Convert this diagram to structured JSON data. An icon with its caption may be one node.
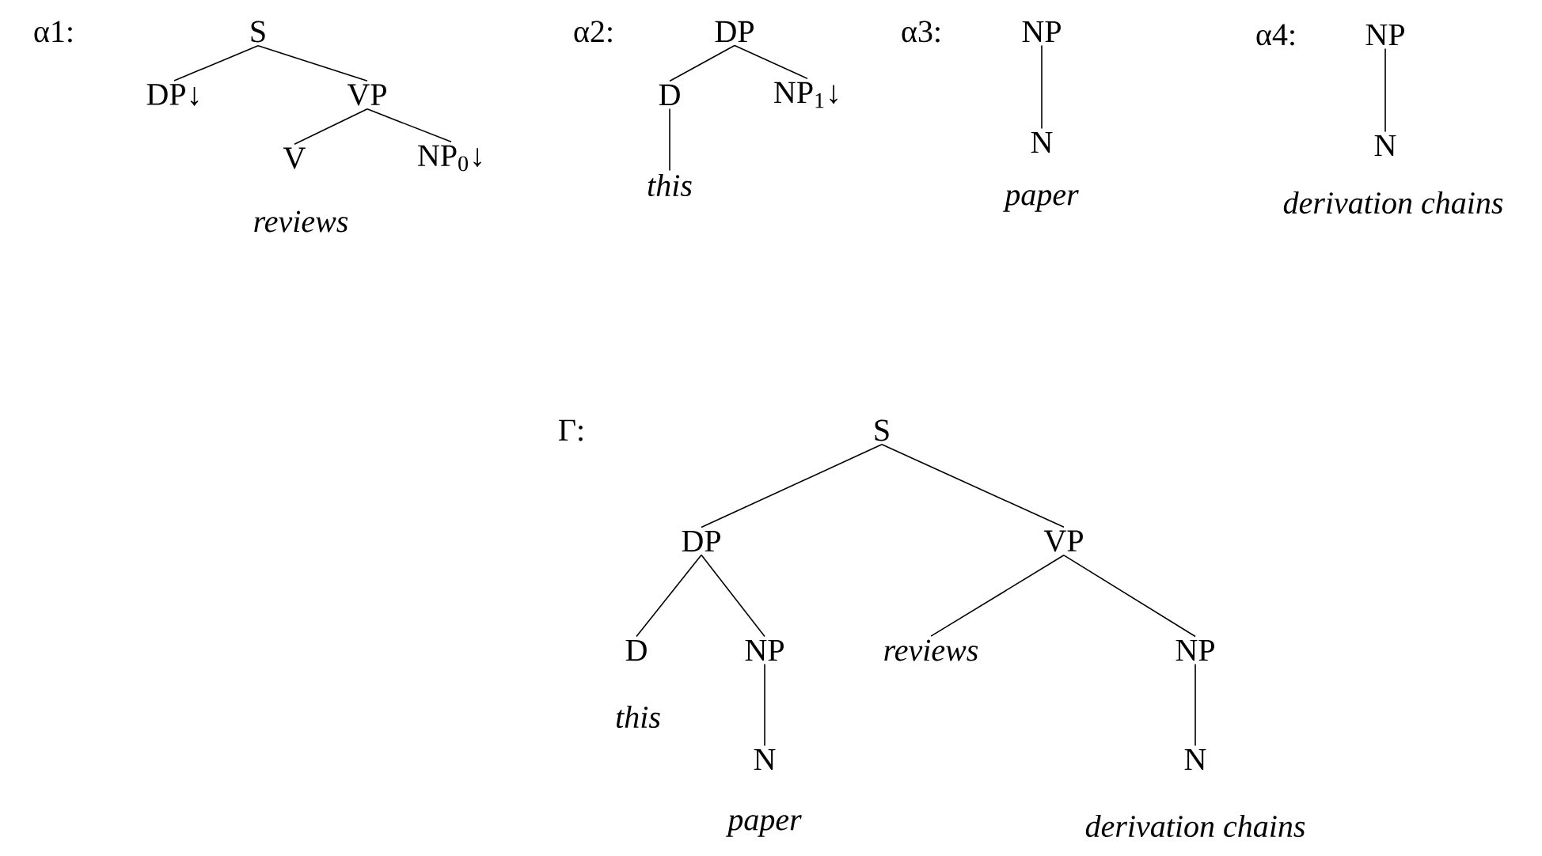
{
  "diagram": {
    "nodes": [
      {
        "text": [
          "S"
        ]
      },
      {
        "text": [
          "DP↓"
        ]
      },
      {
        "text": [
          "VP"
        ]
      },
      {
        "text": [
          "V"
        ],
        "beside": [
          "reviews"
        ]
      },
      {
        "text": [
          "NP$_{0}$↓"
        ]
      },
      {
        "text": [
          "DP"
        ]
      },
      {
        "text": [
          "D"
        ]
      },
      {
        "text": [
          "NP$_{1}$↓"
        ]
      },
      {
        "text": [
          "this"
        ]
      },
      {
        "text": [
          "NP"
        ]
      },
      {
        "text": [
          "N"
        ],
        "beside": [
          "paper"
        ]
      },
      {
        "text": [
          "NP"
        ]
      },
      {
        "text": [
          "N"
        ],
        "beside": [
          "derivation chains"
        ]
      },
      {
        "text": [
          "S"
        ]
      },
      {
        "text": [
          "DP"
        ]
      },
      {
        "text": [
          "VP"
        ]
      },
      {
        "text": [
          "D"
        ],
        "beside": [
          "this"
        ]
      },
      {
        "text": [
          "NP"
        ]
      },
      {
        "text": [
          "N"
        ],
        "beside": [
          "paper"
        ]
      },
      {
        "text": [
          "reviews"
        ]
      },
      {
        "text": [
          "NP"
        ]
      },
      {
        "text": [
          "N"
        ],
        "beside": [
          "derivation chains"
        ]
      }
    ],
    "edges": [
      {
        "from": 0,
        "to": 1,
        "arrow": "none"
      },
      {
        "from": 0,
        "to": 2,
        "arrow": "none"
      },
      {
        "from": 2,
        "to": 3,
        "arrow": "none"
      },
      {
        "from": 2,
        "to": 4,
        "arrow": "none"
      },
      {
        "from": 5,
        "to": 6,
        "arrow": "none"
      },
      {
        "from": 5,
        "to": 7,
        "arrow": "none"
      },
      {
        "from": 6,
        "to": 8,
        "arrow": "none"
      },
      {
        "from": 9,
        "to": 10,
        "arrow": "none"
      },
      {
        "from": 11,
        "to": 12,
        "arrow": "none"
      },
      {
        "from": 13,
        "to": 14,
        "arrow": "none"
      },
      {
        "from": 13,
        "to": 15,
        "arrow": "none"
      },
      {
        "from": 14,
        "to": 16,
        "arrow": "none"
      },
      {
        "from": 14,
        "to": 17,
        "arrow": "none"
      },
      {
        "from": 17,
        "to": 18,
        "arrow": "none"
      },
      {
        "from": 15,
        "to": 19,
        "arrow": "none"
      },
      {
        "from": 15,
        "to": 20,
        "arrow": "none"
      },
      {
        "from": 20,
        "to": 21,
        "arrow": "none"
      }
    ],
    "labels": [
      "α1:",
      "α2:",
      "α3:",
      "α4:",
      "Γ:"
    ]
  }
}
